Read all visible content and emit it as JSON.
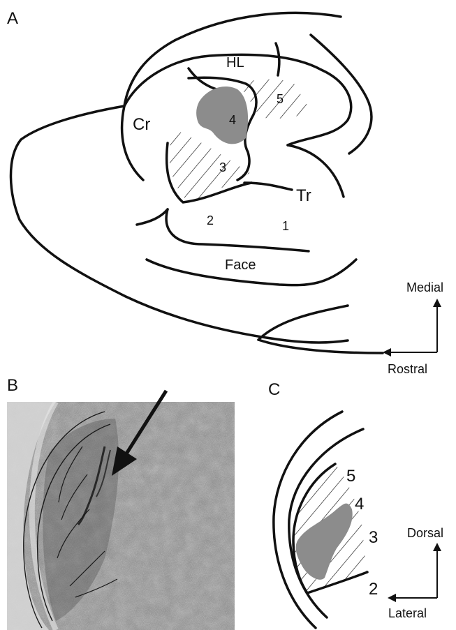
{
  "panel_a": {
    "letter": "A",
    "labels": {
      "hl": "HL",
      "cr": "Cr",
      "tr": "Tr",
      "face": "Face",
      "n1": "1",
      "n2": "2",
      "n3": "3",
      "n4": "4",
      "n5": "5"
    },
    "axes": {
      "vertical": "Medial",
      "horizontal": "Rostral"
    }
  },
  "panel_b": {
    "letter": "B"
  },
  "panel_c": {
    "letter": "C",
    "labels": {
      "n2": "2",
      "n3": "3",
      "n4": "4",
      "n5": "5"
    },
    "axes": {
      "vertical": "Dorsal",
      "horizontal": "Lateral"
    }
  },
  "colors": {
    "line": "#111111",
    "lesion_fill": "#8c8c8c",
    "micrograph_bg": "#8f8f8f"
  }
}
